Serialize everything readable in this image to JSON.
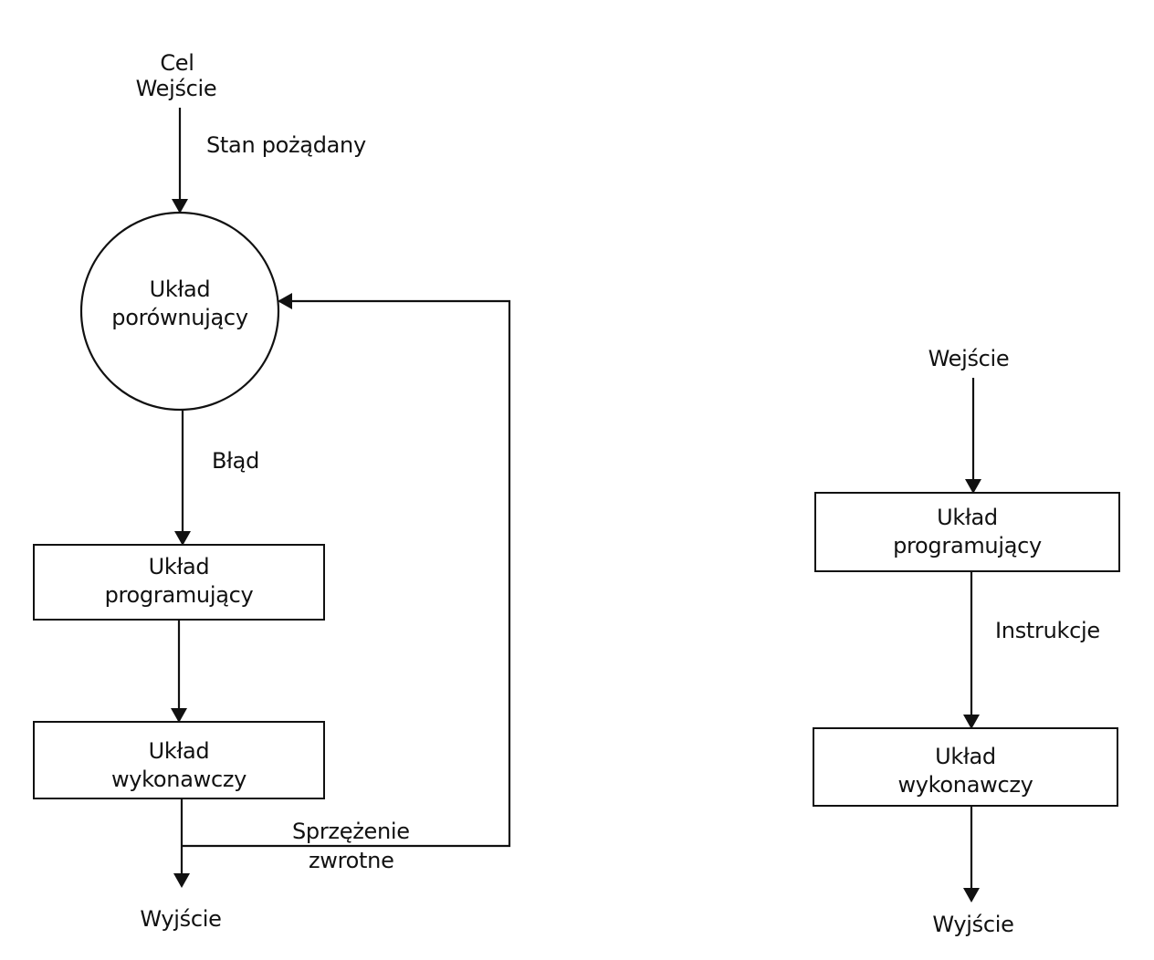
{
  "left_diagram": {
    "goal_label": "Cel",
    "input_label": "Wejście",
    "desired_state_label": "Stan pożądany",
    "comparator": {
      "line1": "Układ",
      "line2": "porównujący"
    },
    "error_label": "Błąd",
    "programmer": {
      "line1": "Układ",
      "line2": "programujący"
    },
    "actuator": {
      "line1": "Układ",
      "line2": "wykonawczy"
    },
    "feedback_label": {
      "line1": "Sprzężenie",
      "line2": "zwrotne"
    },
    "output_label": "Wyjście"
  },
  "right_diagram": {
    "input_label": "Wejście",
    "programmer": {
      "line1": "Układ",
      "line2": "programujący"
    },
    "instructions_label": "Instrukcje",
    "actuator": {
      "line1": "Układ",
      "line2": "wykonawczy"
    },
    "output_label": "Wyjście"
  },
  "colors": {
    "ink": "#111111",
    "background": "#ffffff"
  }
}
